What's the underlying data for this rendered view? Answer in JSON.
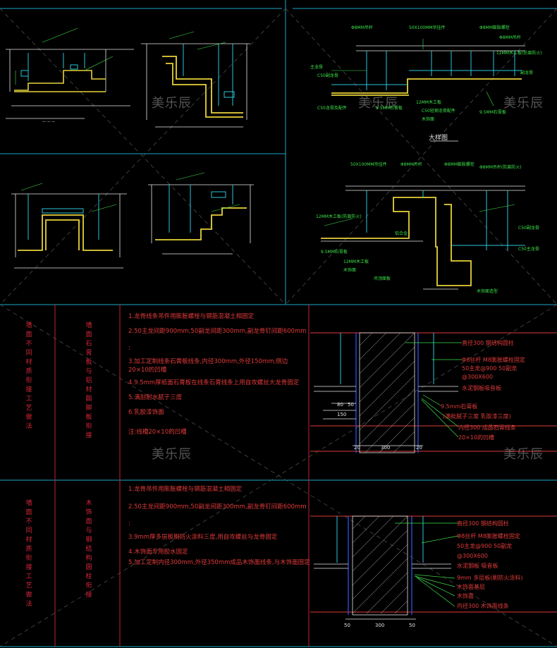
{
  "watermarks": [
    "美乐辰",
    "美乐辰",
    "美乐辰",
    "美乐辰",
    "美乐辰"
  ],
  "top_right_detail": {
    "title": "大样图",
    "labels": [
      "Φ8MM吊杆",
      "50X100MM吊挂件",
      "Φ8MM膨胀螺栓",
      "Φ8MM吊杆",
      "12MM木工板(防腐防火)",
      "主龙骨",
      "C50副龙骨",
      "副龙骨",
      "C50龙骨及配件",
      "9.5MM石膏板",
      "12MM木工板",
      "C50轻钢龙骨配件",
      "木饰面",
      "9.5MM石膏板"
    ]
  },
  "mid_right_detail": {
    "labels": [
      "50X100MM吊挂件",
      "Φ8MM吊杆",
      "Φ8MM膨胀螺栓",
      "Φ8MM吊杆(防腐防火)",
      "12MM木工板(防腐防火)",
      "C50副龙骨",
      "C50主龙骨",
      "9.5MM石膏板",
      "12MM木工板",
      "木饰面",
      "铝合金",
      "吊顶面板",
      "木饰面造型"
    ]
  },
  "table": {
    "row1": {
      "category": "墙面不同材质衔接工艺做法",
      "name": "墙面石膏板与铝材踢脚板衔接",
      "notes": [
        "1.龙骨线条吊件用膨胀螺栓与钢筋混凝土相固定",
        "2.50主龙间距900mm,50副龙间距300mm,副龙骨钉间距600mm",
        ":",
        "3.加工定制线条石膏板线条,内径300mm,外径150mm,侧边20×10的凹槽",
        "4.9.5mm厚纸面石膏板在线条石膏线条上用自攻螺丝大龙骨固定",
        "5.满刮耐水腻子三度",
        "6.乳胶漆饰面",
        "注:线槽20×10的凹槽"
      ],
      "labels": [
        "直径300 钢结构圆柱",
        "Φ8丝杆 M8膨胀螺栓固定",
        "50主龙@900  50副龙",
        "@300X600",
        "水泥钢板吸音板",
        "9.5mm石膏板",
        "(满批腻子三度 乳胶漆三度)",
        "内径300 成品石膏线条",
        "20×10的凹槽"
      ],
      "dims": [
        "80",
        "50",
        "150",
        "20",
        "300",
        "20"
      ]
    },
    "row2": {
      "category": "墙面不同材质衔接工艺做法",
      "name": "木饰面与钢结构圆柱衔接",
      "notes": [
        "1.龙骨吊件用膨胀螺栓与钢筋混凝土相固定",
        "2.50主龙间距900mm,50副龙间距300mm,副龙骨钉间距600mm",
        ":",
        "3.9mm厚多层板刷防火涂料三度,用自攻螺丝与龙骨固定",
        "4.木饰面专用胶水固定",
        "5.加工定制内径300mm,外径350mm成品木饰面线条,与木饰面固定"
      ],
      "labels": [
        "直径300 钢结构圆柱",
        "Φ8丝杆 M8膨胀螺栓固定",
        "50主龙@900  50副龙",
        "@300X600",
        "水泥钢板 吸音板",
        "9mm 多层板(刷防火涂料)",
        "木饰面基层",
        "木饰面",
        "内径300 木饰面线条"
      ],
      "dims": [
        "50",
        "300",
        "50"
      ]
    }
  },
  "colors": {
    "background": "#000000",
    "frame": "#1aa9c9",
    "red_text": "#e23a3a",
    "green": "#3de34a",
    "yellow": "#e8d23a",
    "cyan": "#29c6d9",
    "white": "#e6e6e6"
  }
}
